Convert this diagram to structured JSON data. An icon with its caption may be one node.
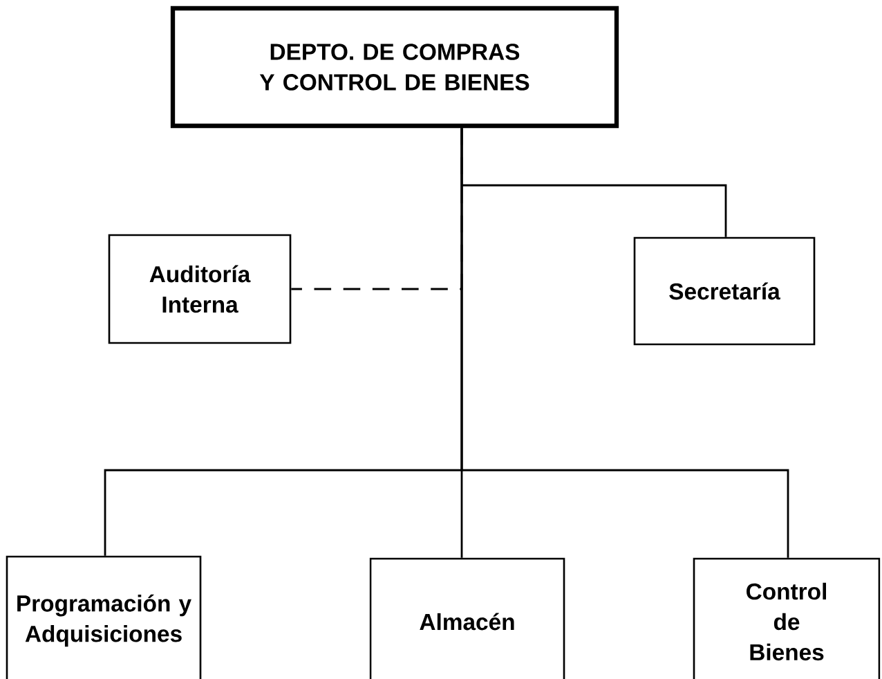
{
  "diagram": {
    "nodes": [
      {
        "text": [
          "DEPTO. DE COMPRAS Y CONTROL DE BIENES"
        ]
      },
      {
        "text": [
          "Auditoría Interna"
        ]
      },
      {
        "text": [
          "Secretaría"
        ]
      },
      {
        "text": [
          "Programación y Adquisiciones"
        ]
      },
      {
        "text": [
          "Almacén"
        ]
      },
      {
        "text": [
          "Control de Bienes"
        ]
      }
    ],
    "edges": [
      {
        "from": 0,
        "to": 1,
        "arrow": "none",
        "style": "dashed"
      },
      {
        "from": 0,
        "to": 2,
        "arrow": "none"
      },
      {
        "from": 0,
        "to": 3,
        "arrow": "none"
      },
      {
        "from": 0,
        "to": 4,
        "arrow": "none"
      },
      {
        "from": 0,
        "to": 5,
        "arrow": "none"
      }
    ]
  }
}
